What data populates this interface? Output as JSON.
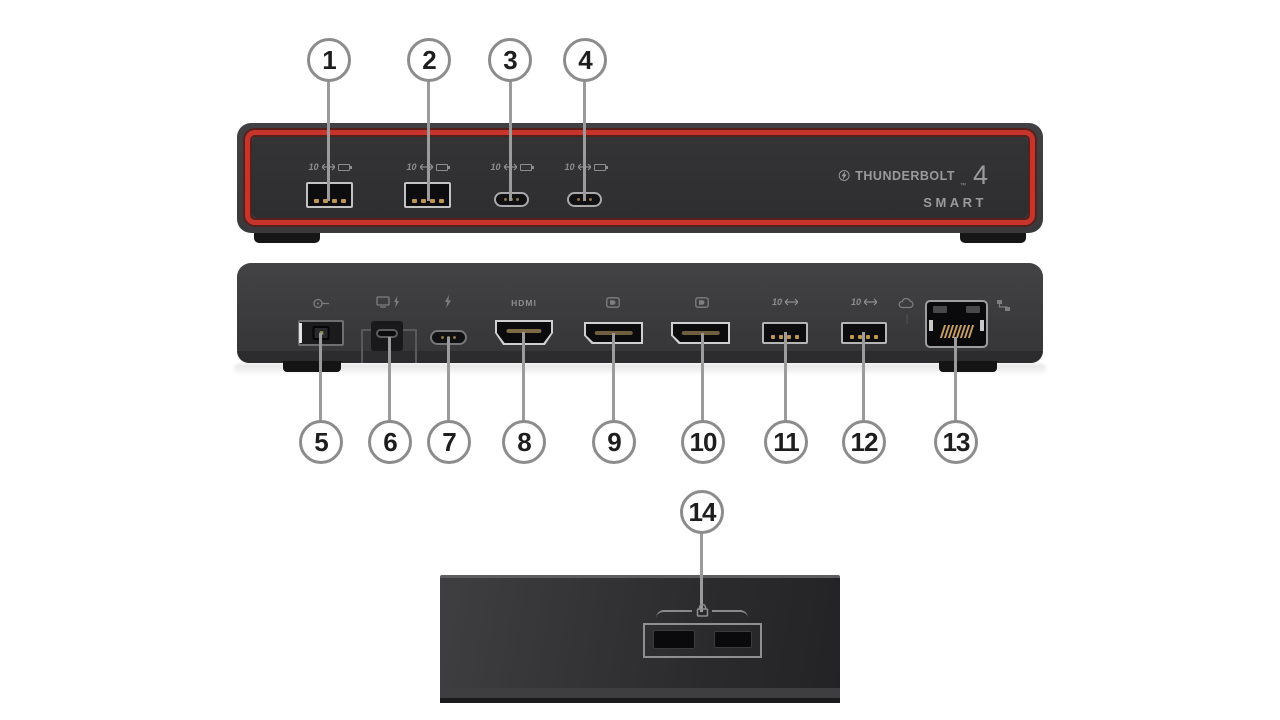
{
  "branding": {
    "name": "THUNDERBOLT",
    "trademark": "™",
    "version": "4",
    "subtitle": "SMART"
  },
  "labels": {
    "usb_speed": "10",
    "hdmi": "HDMI"
  },
  "icons": {
    "logo": "thunderbolt-logo-icon",
    "front_badges": [
      "usb-speed-arrow-icon",
      "battery-charging-icon"
    ],
    "rear": [
      "dc-in-icon",
      "display-thunderbolt-icon",
      "thunderbolt-icon",
      "displayport-icon",
      "cloud-icon",
      "lan-icon"
    ],
    "bottom": [
      "lock-icon"
    ]
  },
  "callouts": [
    {
      "number": "1",
      "target": "front-usb-a-charging-port-1"
    },
    {
      "number": "2",
      "target": "front-usb-a-charging-port-2"
    },
    {
      "number": "3",
      "target": "front-usb-c-charging-port-1"
    },
    {
      "number": "4",
      "target": "front-usb-c-charging-port-2"
    },
    {
      "number": "5",
      "target": "rear-power-connector"
    },
    {
      "number": "6",
      "target": "rear-thunderbolt-host-port"
    },
    {
      "number": "7",
      "target": "rear-thunderbolt-port"
    },
    {
      "number": "8",
      "target": "rear-hdmi-port"
    },
    {
      "number": "9",
      "target": "rear-displayport-1"
    },
    {
      "number": "10",
      "target": "rear-displayport-2"
    },
    {
      "number": "11",
      "target": "rear-usb-a-port-1"
    },
    {
      "number": "12",
      "target": "rear-usb-a-port-2"
    },
    {
      "number": "13",
      "target": "rear-ethernet-port"
    },
    {
      "number": "14",
      "target": "bottom-security-lock-slot"
    }
  ],
  "colors": {
    "accent_red": "#c6342c",
    "body_gray": "#3a3a3c",
    "leader_line": "#9b9b9b",
    "label_gray": "#8e8e90",
    "pin_gold": "#bd9554",
    "background": "#ffffff"
  }
}
